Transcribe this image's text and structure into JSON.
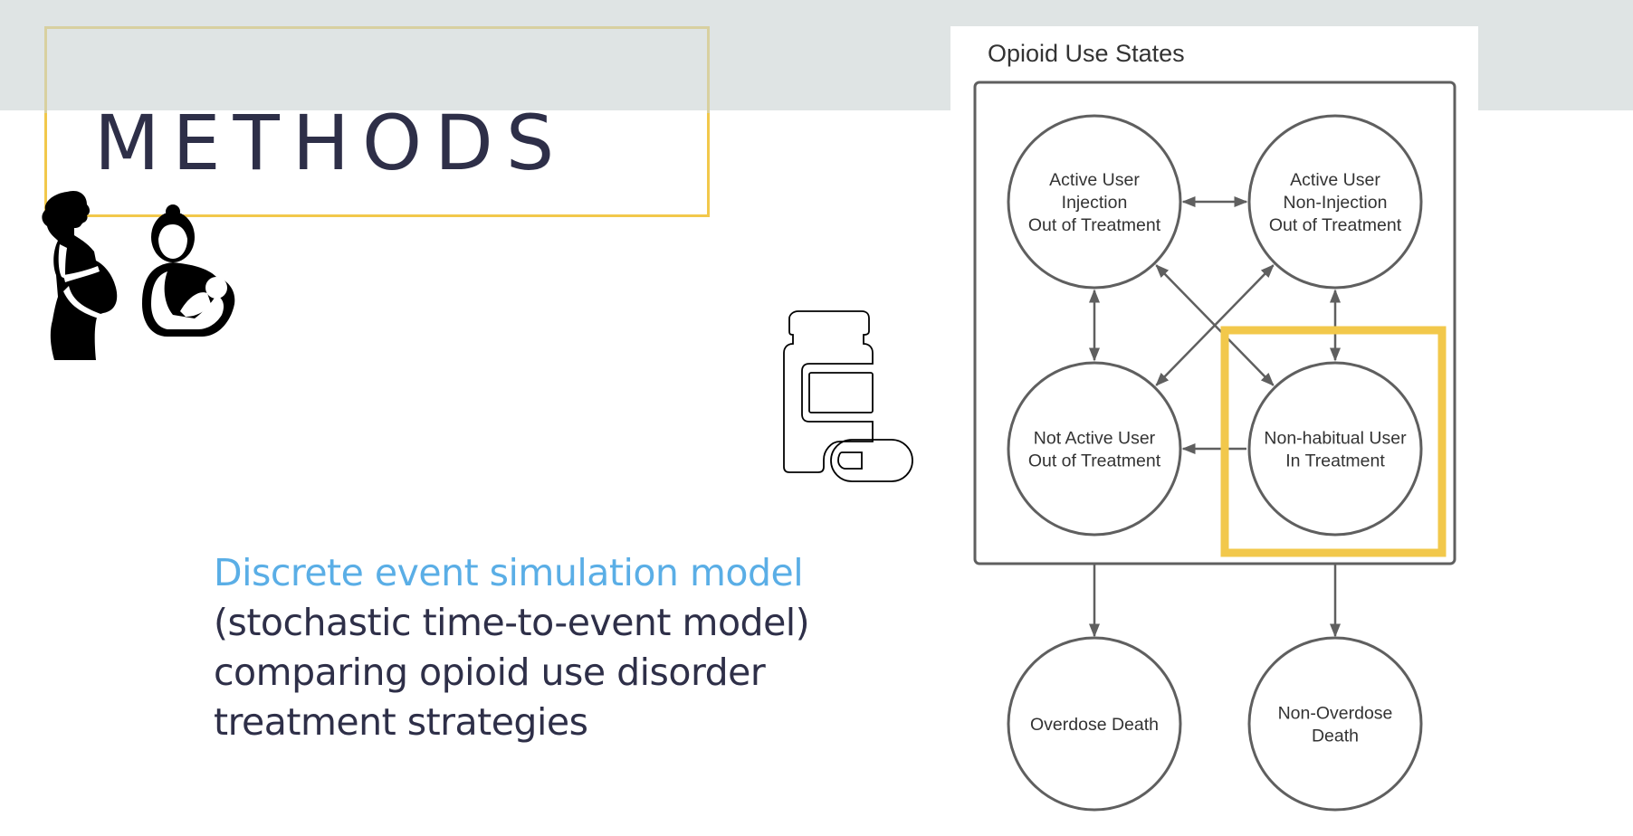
{
  "slide": {
    "title": "METHODS",
    "colors": {
      "band": "#dfe4e4",
      "frame": "#f2c84b",
      "title": "#2e2f48",
      "accent": "#5aaee6",
      "diagram_stroke": "#5f5f5f",
      "highlight": "#f2c84b"
    },
    "icons": [
      "pregnant-woman-icon",
      "mother-with-baby-icon",
      "pill-bottle-icon"
    ]
  },
  "body": {
    "highlight": "Discrete event simulation model",
    "lines": [
      "(stochastic time-to-event model)",
      "comparing opioid use disorder",
      "treatment strategies"
    ]
  },
  "diagram": {
    "title": "Opioid Use States",
    "nodes": [
      {
        "id": "active-injection",
        "lines": [
          "Active User",
          "Injection",
          "Out of Treatment"
        ]
      },
      {
        "id": "active-non-injection",
        "lines": [
          "Active User",
          "Non-Injection",
          "Out of Treatment"
        ]
      },
      {
        "id": "not-active",
        "lines": [
          "Not Active User",
          "Out of Treatment"
        ]
      },
      {
        "id": "non-habitual-treatment",
        "lines": [
          "Non-habitual User",
          "In Treatment"
        ],
        "highlighted": true
      },
      {
        "id": "overdose-death",
        "lines": [
          "Overdose Death"
        ]
      },
      {
        "id": "non-overdose-death",
        "lines": [
          "Non-Overdose",
          "Death"
        ]
      }
    ],
    "edges": [
      {
        "from": "active-injection",
        "to": "active-non-injection",
        "bidirectional": true
      },
      {
        "from": "active-injection",
        "to": "not-active",
        "bidirectional": true
      },
      {
        "from": "active-non-injection",
        "to": "non-habitual-treatment",
        "bidirectional": true
      },
      {
        "from": "active-injection",
        "to": "non-habitual-treatment",
        "bidirectional": true
      },
      {
        "from": "active-non-injection",
        "to": "not-active",
        "bidirectional": true
      },
      {
        "from": "non-habitual-treatment",
        "to": "not-active",
        "bidirectional": false
      },
      {
        "from": "living-states-group",
        "to": "overdose-death",
        "bidirectional": false
      },
      {
        "from": "living-states-group",
        "to": "non-overdose-death",
        "bidirectional": false
      }
    ]
  }
}
